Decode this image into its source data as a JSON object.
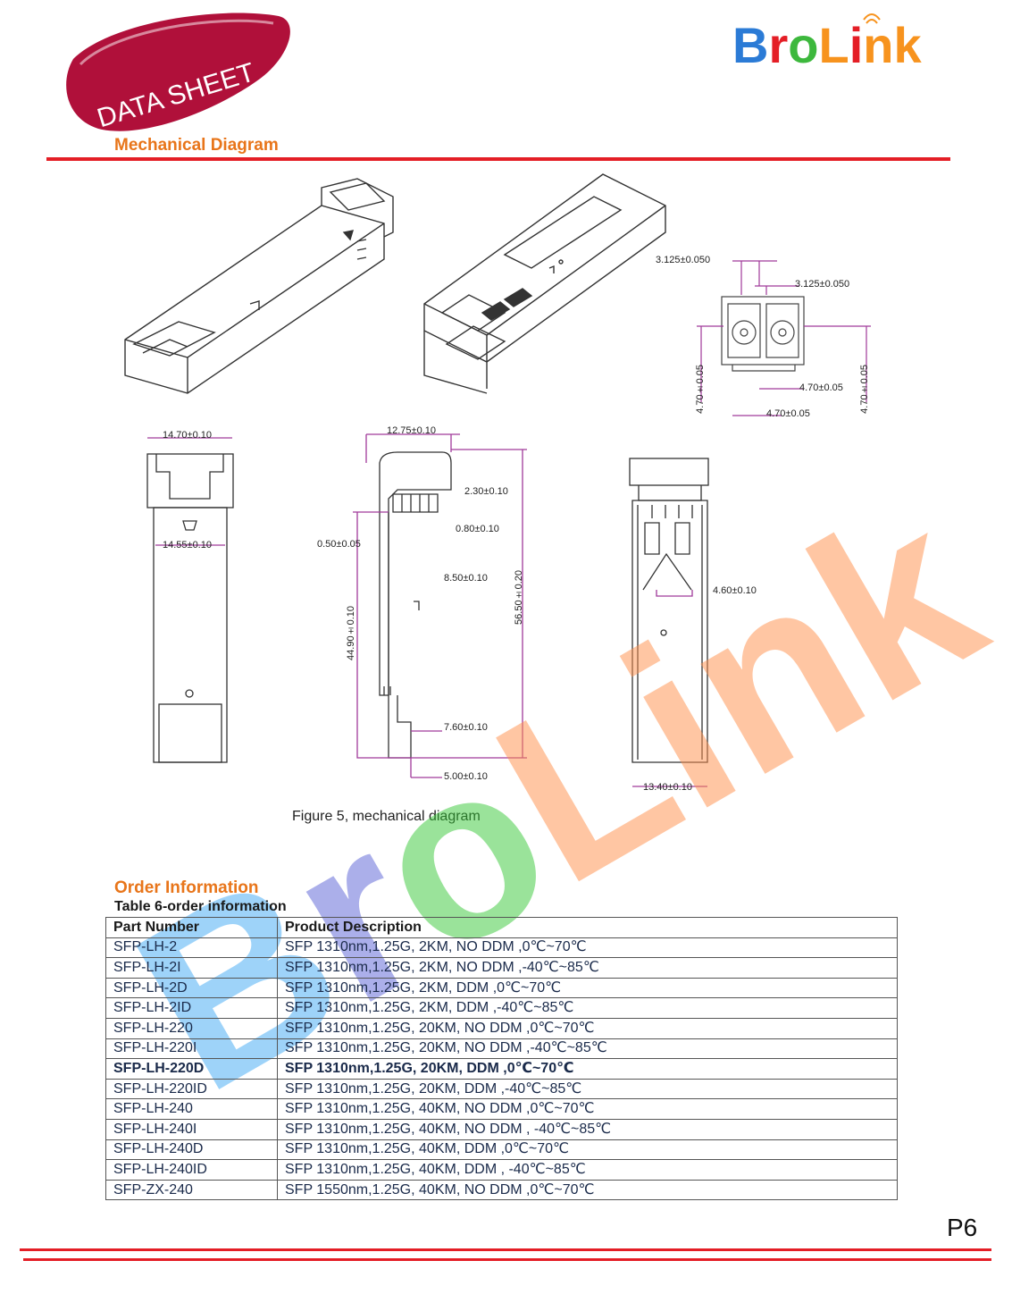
{
  "header": {
    "badge_text": "DATA SHEET",
    "brand": "BroLink",
    "section_title": "Mechanical Diagram"
  },
  "colors": {
    "accent_red": "#e41e26",
    "heading_orange": "#e8751a",
    "badge_red": "#b0103a"
  },
  "dimensions": {
    "d1": "3.125±0.050",
    "d2": "3.125±0.050",
    "d3": "4.70±0.05",
    "d4": "4.70±0.05",
    "d5": "4.70±0.05",
    "d6": "4.70±0.05",
    "w1": "14.70±0.10",
    "w2": "14.55±0.10",
    "w3": "12.75±0.10",
    "w4": "2.30±0.10",
    "w5": "0.80±0.10",
    "w6": "0.50±0.05",
    "w7": "8.50±0.10",
    "w8": "44.90±0.10",
    "w9": "56.50±0.20",
    "w10": "7.60±0.10",
    "w11": "5.00±0.10",
    "w12": "4.60±0.10",
    "w13": "13.40±0.10"
  },
  "figure_caption": "Figure 5, mechanical diagram",
  "order": {
    "title": "Order Information",
    "table_title": "Table 6-order information",
    "headers": [
      "Part Number",
      "Product Description"
    ],
    "rows": [
      {
        "pn": "SFP-LH-2",
        "desc": "SFP 1310nm,1.25G, 2KM, NO DDM ,0℃~70℃",
        "bold": false
      },
      {
        "pn": "SFP-LH-2I",
        "desc": "SFP 1310nm,1.25G, 2KM, NO DDM ,-40℃~85℃",
        "bold": false
      },
      {
        "pn": "SFP-LH-2D",
        "desc": "SFP 1310nm,1.25G, 2KM, DDM ,0℃~70℃",
        "bold": false
      },
      {
        "pn": "SFP-LH-2ID",
        "desc": "SFP 1310nm,1.25G, 2KM, DDM ,-40℃~85℃",
        "bold": false
      },
      {
        "pn": "SFP-LH-220",
        "desc": "SFP 1310nm,1.25G, 20KM, NO DDM ,0℃~70℃",
        "bold": false
      },
      {
        "pn": "SFP-LH-220I",
        "desc": "SFP 1310nm,1.25G, 20KM, NO DDM ,-40℃~85℃",
        "bold": false
      },
      {
        "pn": "SFP-LH-220D",
        "desc": "SFP 1310nm,1.25G, 20KM, DDM ,0℃~70℃",
        "bold": true
      },
      {
        "pn": "SFP-LH-220ID",
        "desc": "SFP 1310nm,1.25G, 20KM, DDM ,-40℃~85℃",
        "bold": false
      },
      {
        "pn": "SFP-LH-240",
        "desc": "SFP 1310nm,1.25G, 40KM, NO DDM ,0℃~70℃",
        "bold": false
      },
      {
        "pn": "SFP-LH-240I",
        "desc": "SFP 1310nm,1.25G, 40KM, NO DDM , -40℃~85℃",
        "bold": false
      },
      {
        "pn": "SFP-LH-240D",
        "desc": "SFP 1310nm,1.25G, 40KM, DDM ,0℃~70℃",
        "bold": false
      },
      {
        "pn": "SFP-LH-240ID",
        "desc": "SFP 1310nm,1.25G, 40KM, DDM , -40℃~85℃",
        "bold": false
      },
      {
        "pn": "SFP-ZX-240",
        "desc": "SFP 1550nm,1.25G, 40KM, NO DDM ,0℃~70℃",
        "bold": false
      }
    ]
  },
  "page_number": "P6"
}
